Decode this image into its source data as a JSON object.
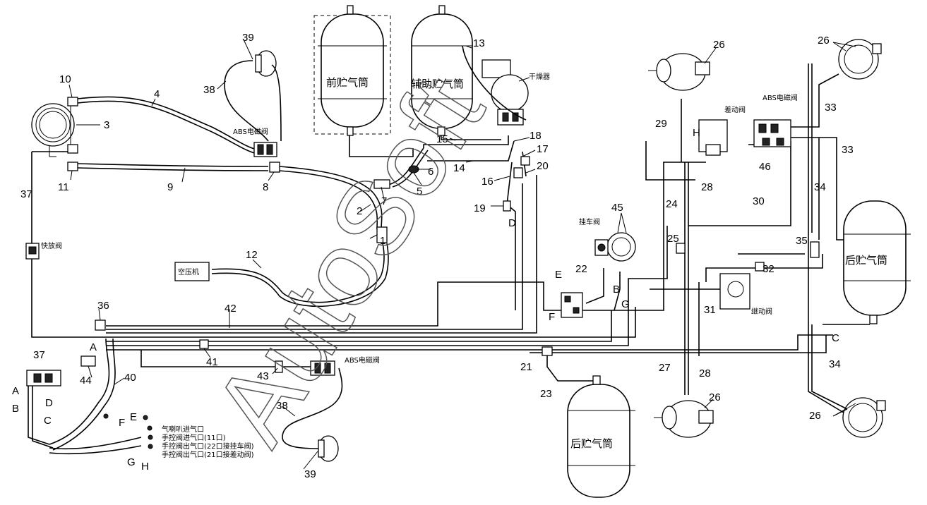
{
  "tank_labels": {
    "front": "前贮气筒",
    "aux": "辅助贮气筒",
    "rear_right": "后贮气筒",
    "rear_bottom": "后贮气筒"
  },
  "component_labels": {
    "dryer": "干燥器",
    "abs_valve_top": "ABS电磁阀",
    "abs_valve_right": "ABS电磁阀",
    "abs_valve_bottom": "ABS电磁阀",
    "quick_release": "快放阀",
    "compressor": "空压机",
    "differential_valve": "差动阀",
    "trailer_valve": "挂车阀",
    "relay_valve": "继动阀"
  },
  "ports": [
    "气喇叭进气口",
    "手控阀进气口(11口)",
    "手控阀出气口(22口接挂车阀)",
    "手控阀出气口(21口接差动阀)"
  ],
  "callouts": {
    "n1": "1",
    "n2": "2",
    "n3": "3",
    "n4": "4",
    "n5": "5",
    "n6": "6",
    "n7": "7",
    "n8": "8",
    "n9": "9",
    "n10": "10",
    "n11": "11",
    "n12": "12",
    "n13": "13",
    "n14": "14",
    "n15": "15",
    "n16": "16",
    "n17": "17",
    "n18": "18",
    "n19": "19",
    "n20": "20",
    "n21": "21",
    "n22": "22",
    "n23": "23",
    "n24": "24",
    "n25": "25",
    "n26a": "26",
    "n26b": "26",
    "n26c": "26",
    "n26d": "26",
    "n27": "27",
    "n28a": "28",
    "n28b": "28",
    "n29": "29",
    "n30": "30",
    "n31": "31",
    "n32": "32",
    "n33a": "33",
    "n33b": "33",
    "n34a": "34",
    "n34b": "34",
    "n35": "35",
    "n36": "36",
    "n37a": "37",
    "n37b": "37",
    "n38a": "38",
    "n38b": "38",
    "n39a": "39",
    "n39b": "39",
    "n40": "40",
    "n41": "41",
    "n42": "42",
    "n43": "43",
    "n44": "44",
    "n45": "45",
    "n46": "46"
  },
  "letters": {
    "A1": "A",
    "A2": "A",
    "B1": "B",
    "B2": "B",
    "C1": "C",
    "C2": "C",
    "D1": "D",
    "D2": "D",
    "E1": "E",
    "E2": "E",
    "F1": "F",
    "F2": "F",
    "G1": "G",
    "G2": "G",
    "H1": "H",
    "H2": "H"
  },
  "watermark": "AutoSoft"
}
